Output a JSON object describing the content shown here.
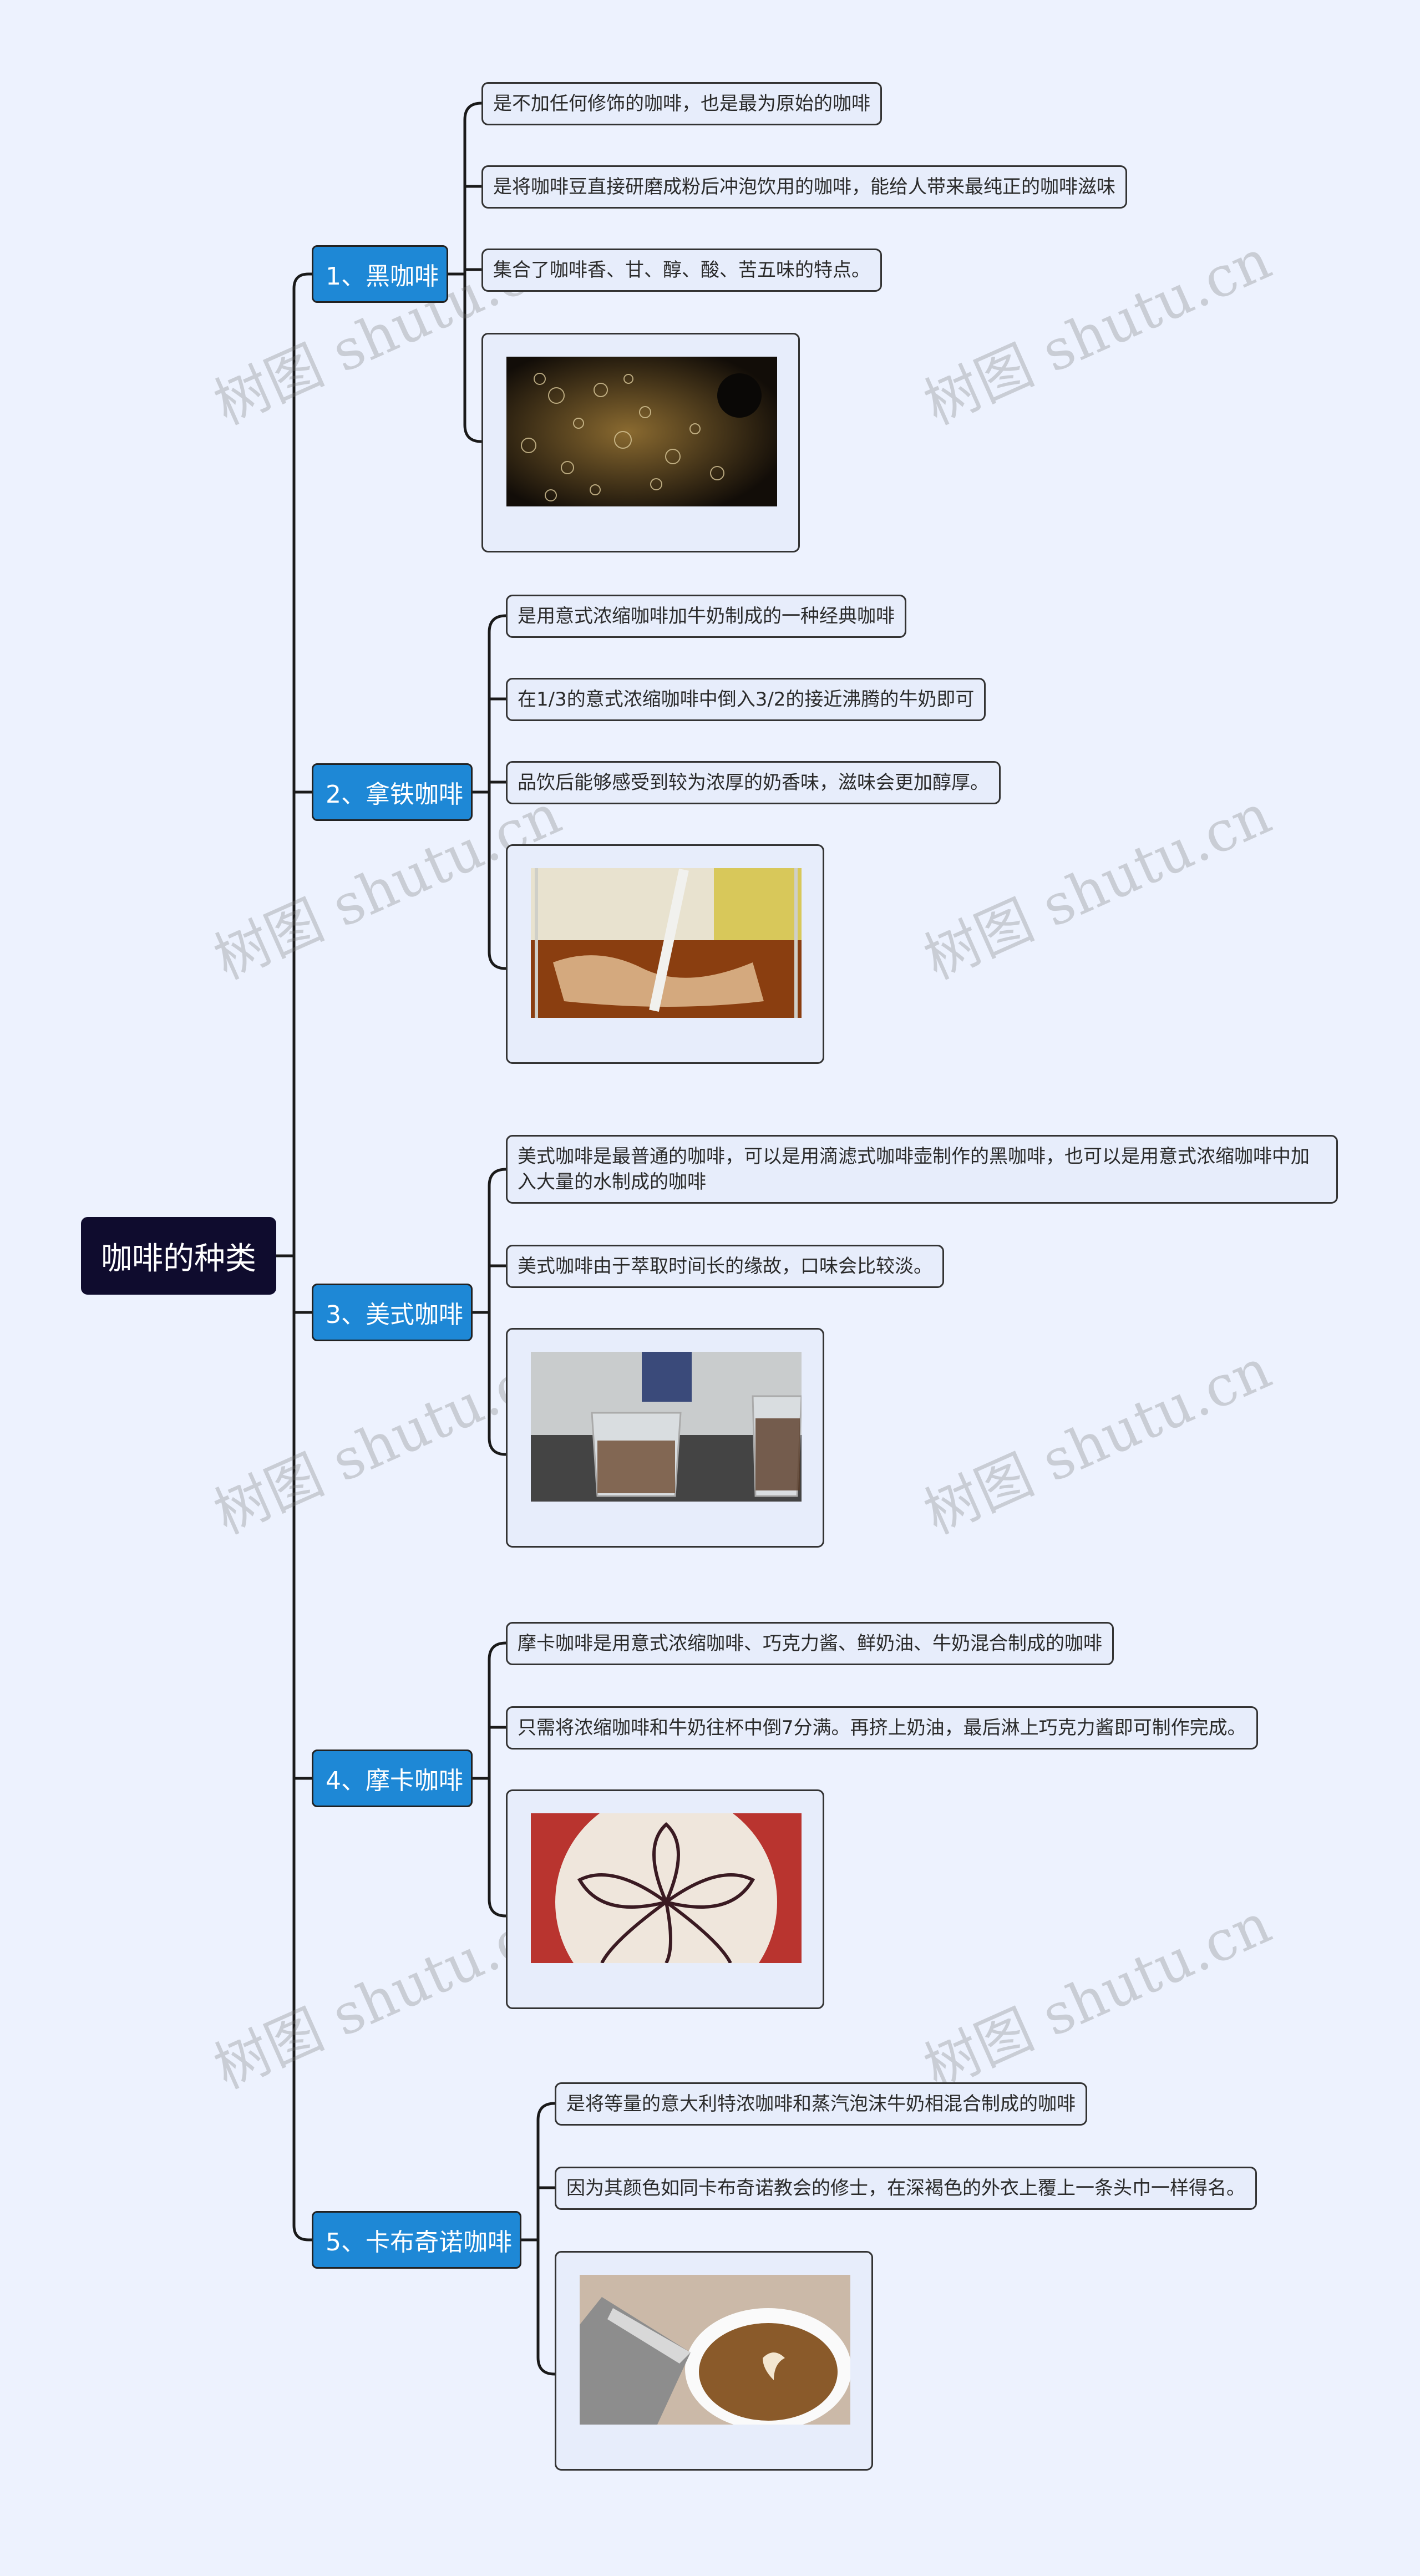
{
  "root": "咖啡的种类",
  "watermark": "树图 shutu.cn",
  "branches": [
    {
      "label": "1、黑咖啡",
      "notes": [
        "是不加任何修饰的咖啡，也是最为原始的咖啡",
        "是将咖啡豆直接研磨成粉后冲泡饮用的咖啡，能给人带来最纯正的咖啡滋味",
        "集合了咖啡香、甘、醇、酸、苦五味的特点。"
      ]
    },
    {
      "label": "2、拿铁咖啡",
      "notes": [
        "是用意式浓缩咖啡加牛奶制成的一种经典咖啡",
        "在1/3的意式浓缩咖啡中倒入3/2的接近沸腾的牛奶即可",
        "品饮后能够感受到较为浓厚的奶香味，滋味会更加醇厚。"
      ]
    },
    {
      "label": "3、美式咖啡",
      "notes": [
        "美式咖啡是最普通的咖啡，可以是用滴滤式咖啡壶制作的黑咖啡，也可以是用意式浓缩咖啡中加入大量的水制成的咖啡",
        "美式咖啡由于萃取时间长的缘故，口味会比较淡。"
      ]
    },
    {
      "label": "4、摩卡咖啡",
      "notes": [
        "摩卡咖啡是用意式浓缩咖啡、巧克力酱、鲜奶油、牛奶混合制成的咖啡",
        "只需将浓缩咖啡和牛奶往杯中倒7分满。再挤上奶油，最后淋上巧克力酱即可制作完成。"
      ]
    },
    {
      "label": "5、卡布奇诺咖啡",
      "notes": [
        "是将等量的意大利特浓咖啡和蒸汽泡沫牛奶相混合制成的咖啡",
        "因为其颜色如同卡布奇诺教会的修士，在深褐色的外衣上覆上一条头巾一样得名。"
      ]
    }
  ]
}
